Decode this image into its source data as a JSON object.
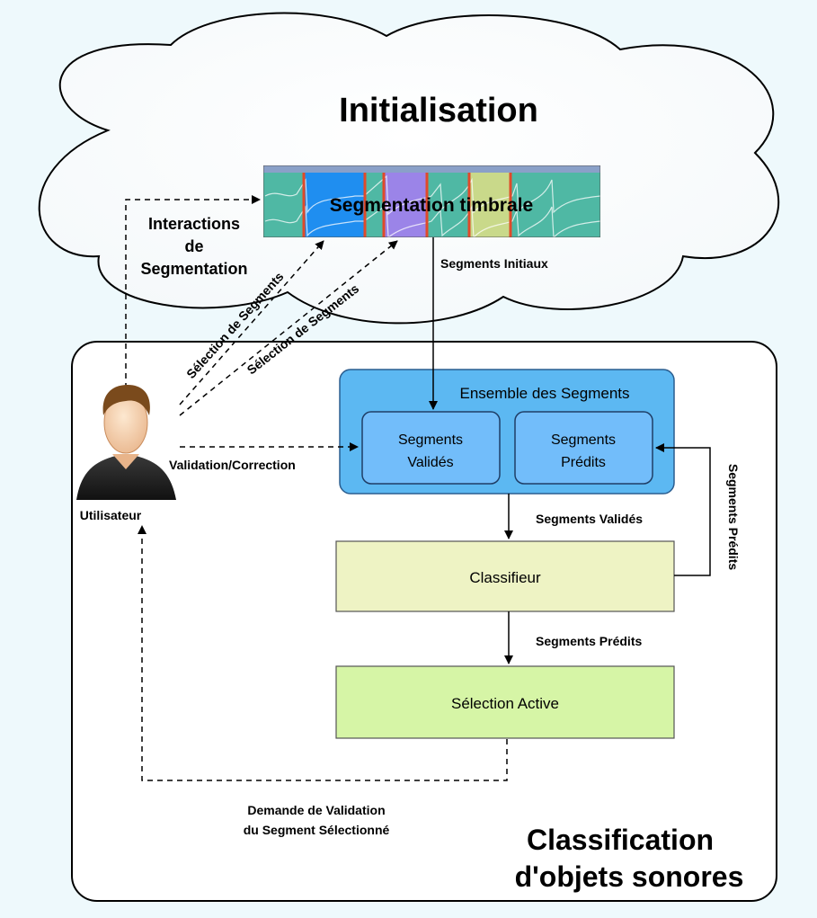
{
  "colors": {
    "background": "#eef9fc",
    "cloud_fill": "#ffffff",
    "panel_fill": "#ffffff",
    "ensemble_fill": "#5cb8f2",
    "segment_box_fill": "#72bdfa",
    "classifieur_fill": "#eef3c4",
    "selection_fill": "#d6f5a6",
    "waveform_bg": "#4fb8a4",
    "region_blue": "#1f8ef0",
    "region_purple": "#9b84e8",
    "region_yellow": "#c9d98a",
    "boundary_red": "#e04a2a"
  },
  "initialisation": {
    "title": "Initialisation",
    "waveform_label": "Segmentation timbrale",
    "interactions_label": [
      "Interactions",
      "de",
      "Segmentation"
    ],
    "segments_initiaux": "Segments Initiaux"
  },
  "user": {
    "label": "Utilisateur",
    "selection_segments_1": "Sélection de Segments",
    "selection_segments_2": "Sélection de Segments",
    "validation_correction": "Validation/Correction"
  },
  "classification": {
    "title_line1": "Classification",
    "title_line2": "d'objets sonores",
    "ensemble_title": "Ensemble des Segments",
    "valides_box": [
      "Segments",
      "Validés"
    ],
    "predits_box": [
      "Segments",
      "Prédits"
    ],
    "edge_valides": "Segments Validés",
    "edge_predits_side": "Segments Prédits",
    "classifieur": "Classifieur",
    "edge_predits": "Segments Prédits",
    "selection_active": "Sélection Active",
    "demande_line1": "Demande de Validation",
    "demande_line2": "du Segment Sélectionné"
  }
}
